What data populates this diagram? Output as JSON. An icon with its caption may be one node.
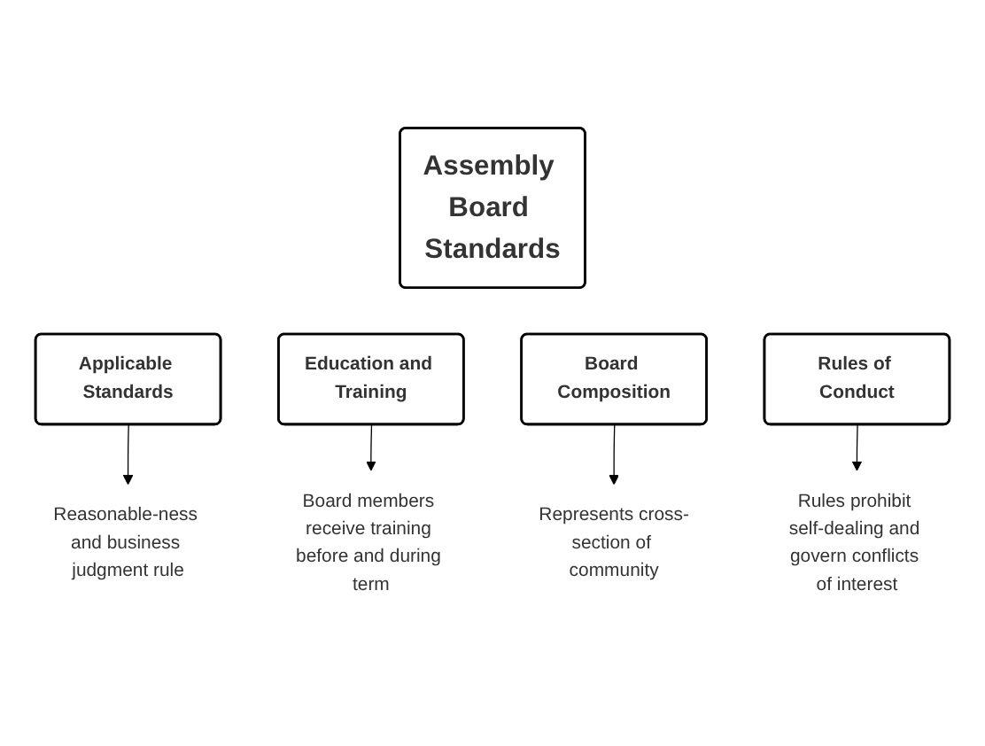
{
  "diagram": {
    "nodes": [
      {
        "text": [
          "Assembly Board Standards"
        ]
      },
      {
        "text": [
          "Applicable Standards"
        ]
      },
      {
        "text": [
          "Education and Training"
        ]
      },
      {
        "text": [
          "Board Composition"
        ]
      },
      {
        "text": [
          "Rules of Conduct"
        ]
      },
      {
        "text": [
          "Reasonable-ness and business judgment rule"
        ]
      },
      {
        "text": [
          "Board members receive training before and during term"
        ]
      },
      {
        "text": [
          "Represents cross-section of community"
        ]
      },
      {
        "text": [
          "Rules prohibit self-dealing and govern conflicts of interest"
        ]
      }
    ],
    "edges": [
      {
        "from": 1,
        "to": 5,
        "arrow": "to"
      },
      {
        "from": 2,
        "to": 6,
        "arrow": "to"
      },
      {
        "from": 3,
        "to": 7,
        "arrow": "to"
      },
      {
        "from": 4,
        "to": 8,
        "arrow": "to"
      }
    ]
  }
}
